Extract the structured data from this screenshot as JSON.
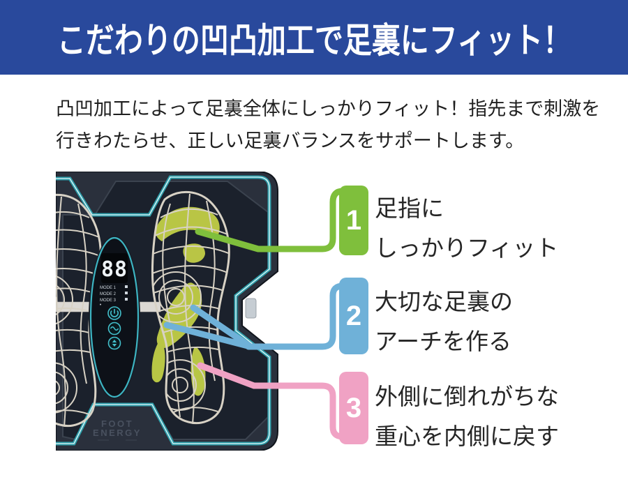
{
  "banner": {
    "title": "こだわりの凹凸加工で足裏にフィット！",
    "bg_color": "#29499c"
  },
  "lead": {
    "line1": "凸凹加工によって足裏全体にしっかりフィット！指先まで刺激を",
    "line2": "行きわたらせ、正しい足裏バランスをサポートします。"
  },
  "callouts": [
    {
      "number": "1",
      "color": "#7fbf3c",
      "line1": "足指に",
      "line2": "しっかりフィット"
    },
    {
      "number": "2",
      "color": "#6fb1d8",
      "line1": "大切な足裏の",
      "line2": "アーチを作る"
    },
    {
      "number": "3",
      "color": "#f0a2c4",
      "line1": "外側に倒れがちな",
      "line2": "重心を内側に戻す"
    }
  ],
  "device": {
    "display": "88",
    "modes": [
      "MODE 1",
      "MODE 2",
      "MODE 3"
    ],
    "brand_line1": "FOOT",
    "brand_line2": "ENERGY",
    "highlight_color": "#dcea4b",
    "trim_color": "#2f9fab"
  }
}
